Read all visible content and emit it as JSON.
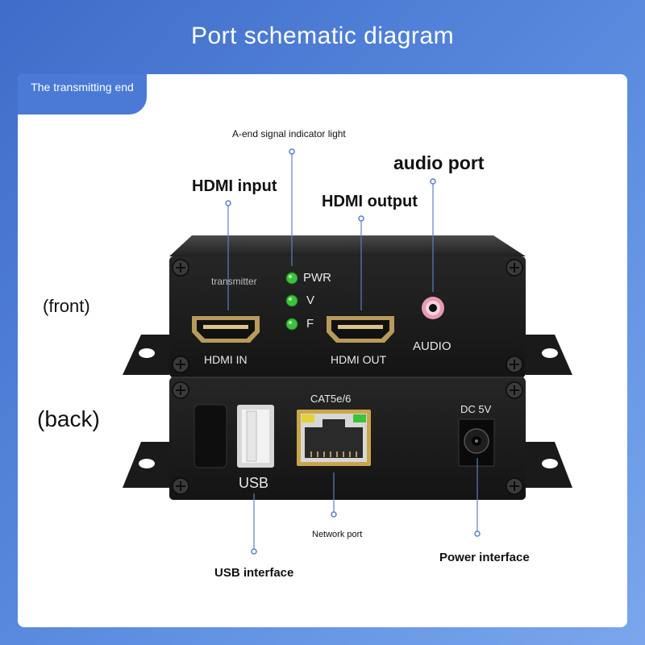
{
  "title": "Port schematic diagram",
  "tab_label": "The transmitting end",
  "sections": {
    "front": "(front)",
    "back": "(back)"
  },
  "callouts": {
    "hdmi_input": "HDMI input",
    "indicator": "A-end signal indicator light",
    "hdmi_output": "HDMI output",
    "audio_port": "audio port",
    "usb_interface": "USB interface",
    "network_port": "Network port",
    "power_interface": "Power interface"
  },
  "front_panel": {
    "brand": "transmitter",
    "leds": [
      "PWR",
      "V",
      "F"
    ],
    "hdmi_in": "HDMI IN",
    "hdmi_out": "HDMI OUT",
    "audio": "AUDIO"
  },
  "back_panel": {
    "usb": "USB",
    "cat": "CAT5e/6",
    "dc": "DC 5V"
  },
  "colors": {
    "accent": "#4a7ad6",
    "led_green": "#3cc23c",
    "device_body": "#1c1c1c",
    "leader_line": "#5b7fc6",
    "audio_ring": "#e89ab2",
    "rj45_gold": "#c9a64a"
  }
}
